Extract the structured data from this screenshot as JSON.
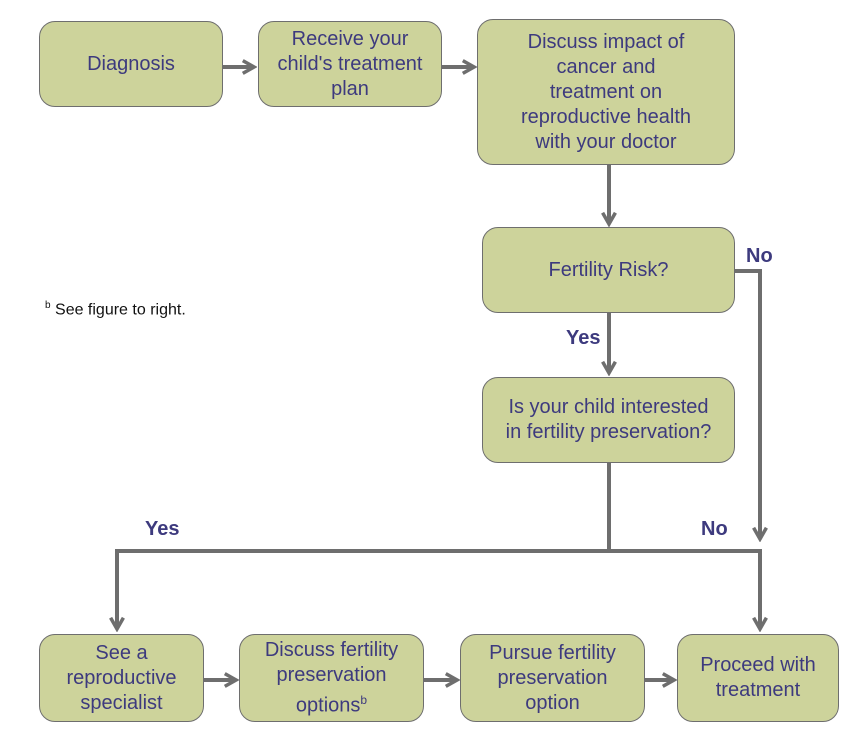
{
  "nodes": {
    "diagnosis": "Diagnosis",
    "receive_plan": "Receive your\nchild's treatment\nplan",
    "discuss_impact": "Discuss impact of\ncancer and\ntreatment on\nreproductive health\nwith your doctor",
    "fertility_risk": "Fertility Risk?",
    "interested": "Is your child interested\nin fertility preservation?",
    "see_specialist": "See a\nreproductive\nspecialist",
    "discuss_options": "Discuss fertility\npreservation\noptions",
    "discuss_options_sup": "b",
    "pursue_option": "Pursue fertility\npreservation\noption",
    "proceed": "Proceed with\ntreatment"
  },
  "labels": {
    "risk_yes": "Yes",
    "risk_no": "No",
    "interest_yes": "Yes",
    "interest_no": "No"
  },
  "note": {
    "marker": "b",
    "text": "See figure to right."
  },
  "colors": {
    "box_fill": "#cdd39b",
    "box_border": "#6e6e6e",
    "text": "#3d3a7e",
    "connector": "#6e6e6e"
  }
}
